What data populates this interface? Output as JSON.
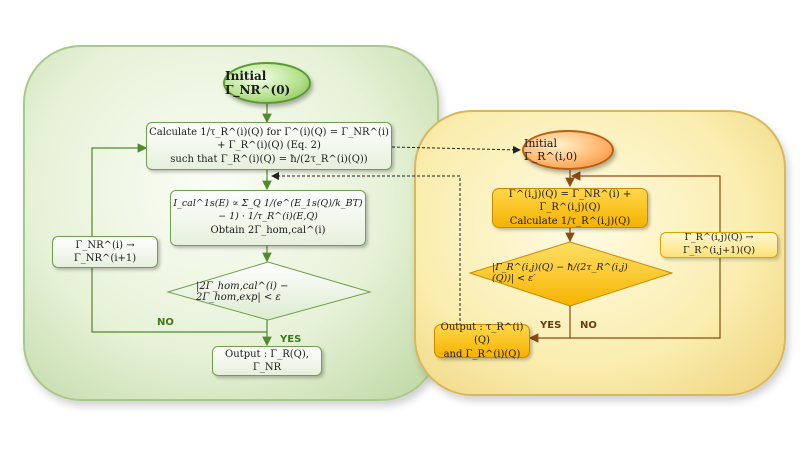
{
  "left": {
    "start": "Initial Γ_NR^(0)",
    "calc_line1": "Calculate 1/τ_R^(i)(Q)  for Γ^(i)(Q) = Γ_NR^(i) + Γ_R^(i)(Q) (Eq. 2)",
    "calc_line2": "such that Γ_R^(i)(Q) = ħ/(2τ_R^(i)(Q))",
    "formula": "I_cal^1s(E) ∝ Σ_Q 1/(e^(E_1s(Q)/k_BT) − 1) · 1/τ_R^(i)(E,Q)",
    "obtain": "Obtain 2Γ_hom,cal^(i)",
    "condition": "|2Γ_hom,cal^(i) − 2Γ_hom,exp| < ε",
    "update": "Γ_NR^(i) → Γ_NR^(i+1)",
    "no": "NO",
    "yes": "YES",
    "output": "Output : Γ_R(Q), Γ_NR"
  },
  "right": {
    "start": "Initial Γ_R^(i,0)",
    "calc_line1": "Γ^(i,j)(Q) = Γ_NR^(i) + Γ_R^(i,j)(Q)",
    "calc_line2": "Calculate 1/τ_R^(i,j)(Q)",
    "condition": "|Γ_R^(i,j)(Q) − ħ/(2τ_R^(i,j)(Q))| < ε′",
    "update": "Γ_R^(i,j)(Q) → Γ_R^(i,j+1)(Q)",
    "yes": "YES",
    "no": "NO",
    "output_line1": "Output : τ_R^(i)(Q)",
    "output_line2": "and Γ_R^(i)(Q)"
  }
}
